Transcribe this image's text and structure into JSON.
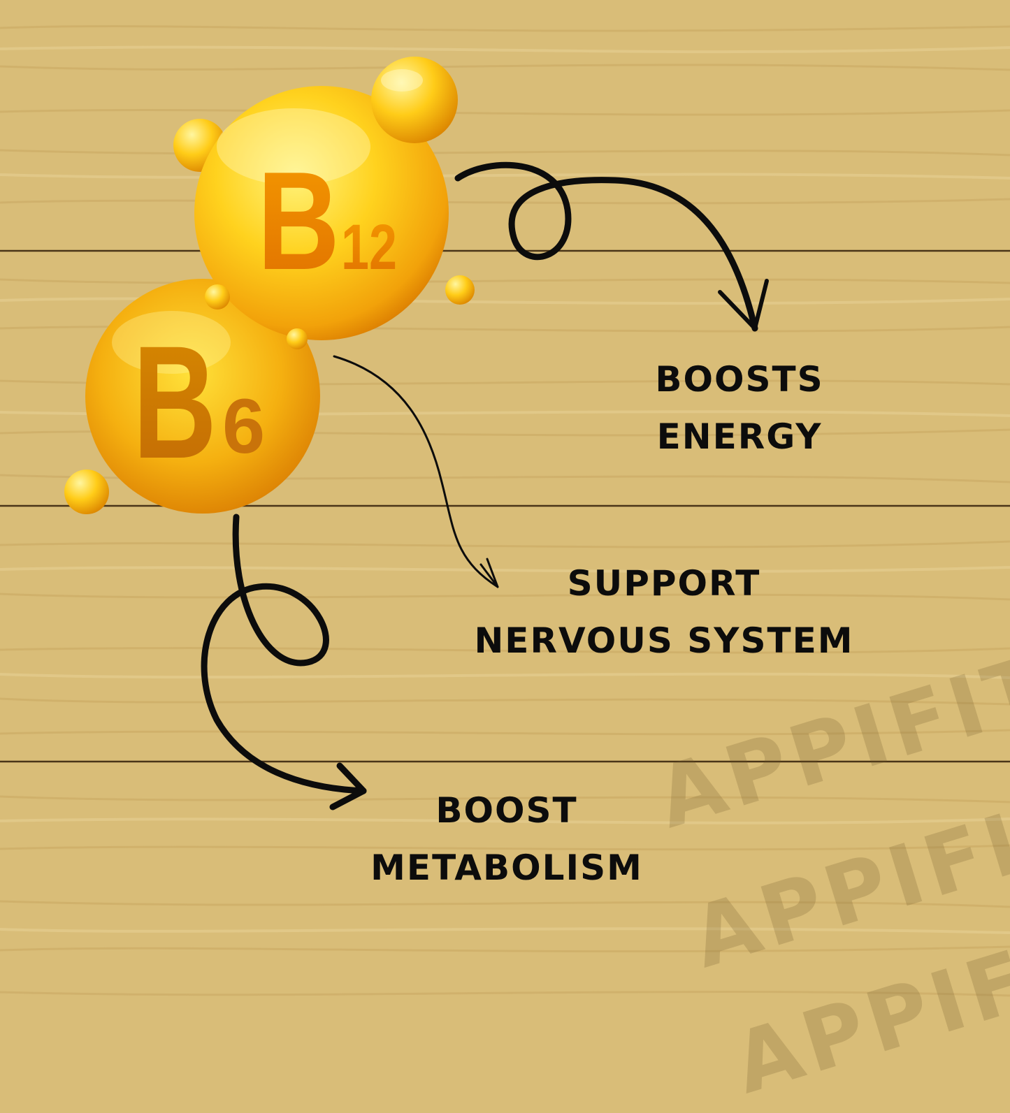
{
  "vitamins": [
    {
      "letter": "B",
      "number": "12"
    },
    {
      "letter": "B",
      "number": "6"
    }
  ],
  "benefits": {
    "energy": {
      "line1": "BOOSTS",
      "line2": "ENERGY"
    },
    "nervous": {
      "line1": "SUPPORT",
      "line2": "NERVOUS SYSTEM"
    },
    "metabolism": {
      "line1": "BOOST",
      "line2": "METABOLISM"
    }
  },
  "watermark": "APPIFIT",
  "colors": {
    "wood_base": "#d9bd78",
    "plank_line": "#4a3518",
    "gold_light": "#ffe44d",
    "gold_dark": "#e08a00",
    "ink": "#0c0c0c"
  }
}
